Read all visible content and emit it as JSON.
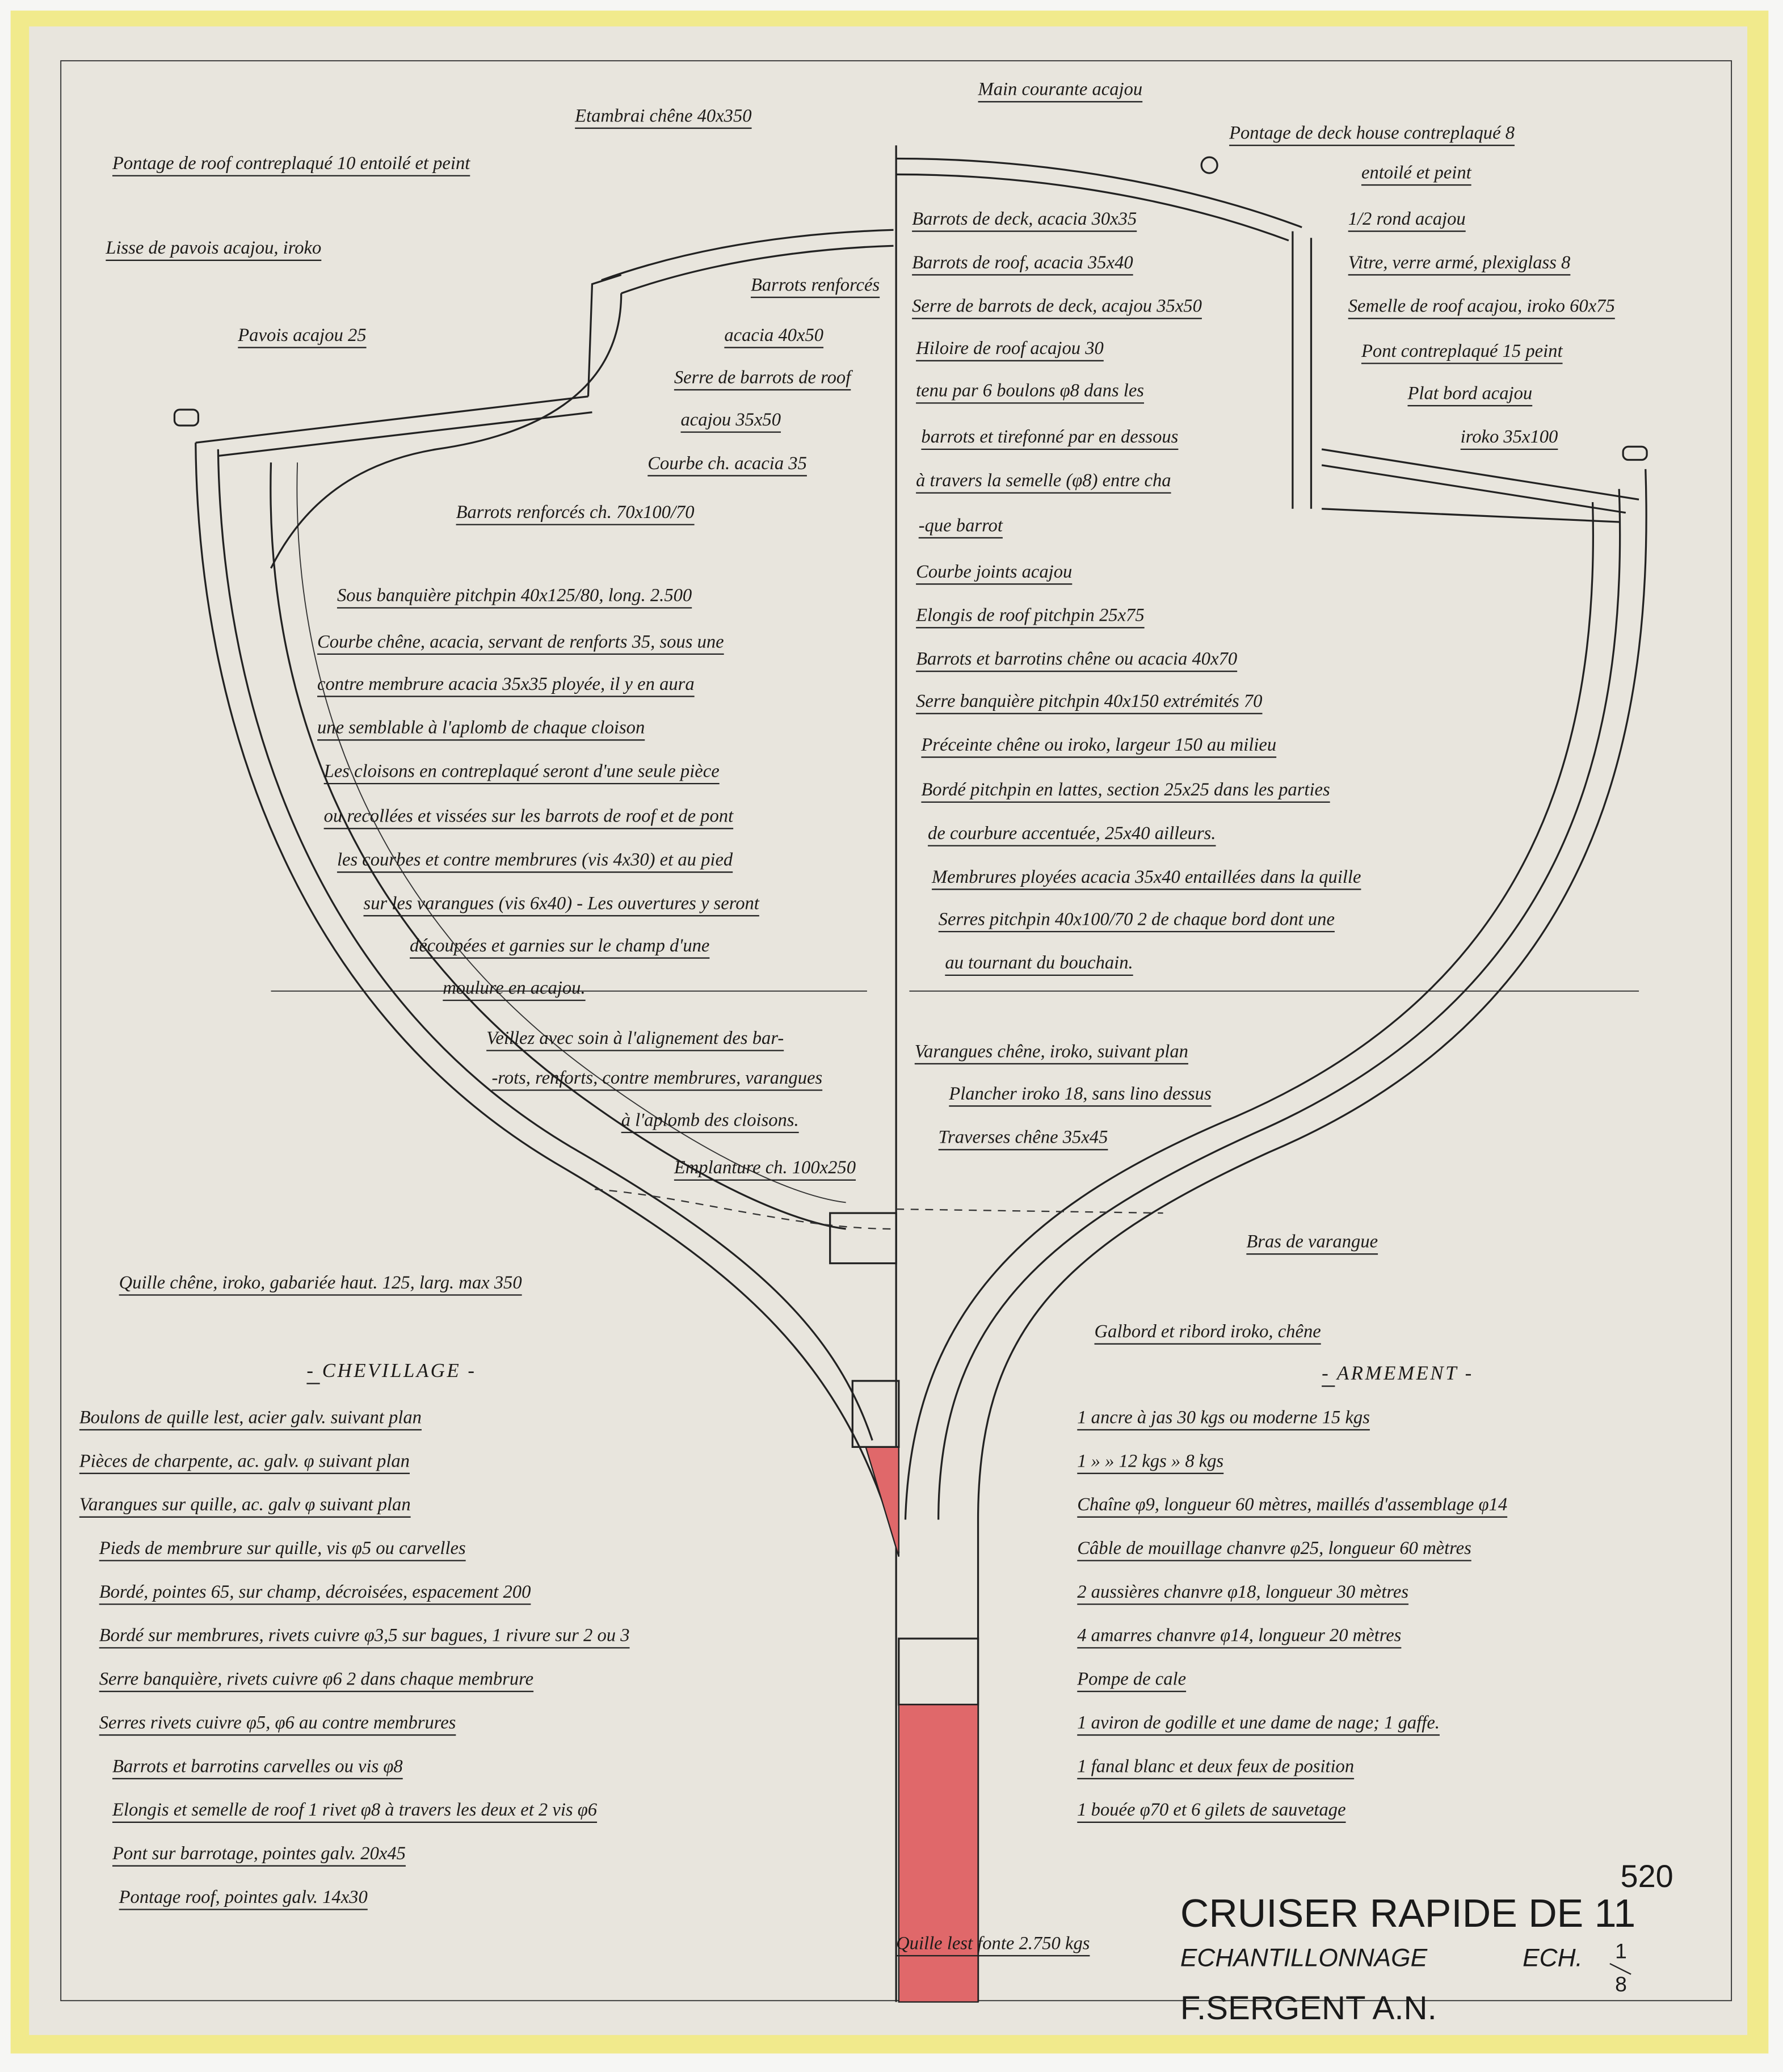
{
  "colors": {
    "paper": "#e8e5dd",
    "tape": "#f1ea8c",
    "ink": "#1d1b19",
    "ballast": "#e0686a"
  },
  "annotations": [
    "Etambrai chêne 40x350",
    "Pontage de roof contreplaqué 10 entoilé et peint",
    "Lisse de pavois acajou, iroko",
    "Barrots renforcés",
    "acacia 40x50",
    "Pavois acajou 25",
    "Serre de barrots de roof",
    "acajou 35x50",
    "Courbe ch. acacia 35",
    "Barrots renforcés ch. 70x100/70",
    "Sous banquière pitchpin 40x125/80, long. 2.500",
    "Courbe chêne, acacia, servant de renforts 35, sous une",
    "contre membrure acacia 35x35 ployée, il y en aura",
    "une semblable à l'aplomb de chaque cloison",
    "Les cloisons en contreplaqué seront d'une seule pièce",
    "ou recollées et vissées sur les barrots de roof et de pont",
    "les courbes et contre membrures (vis 4x30) et au pied",
    "sur les varangues (vis 6x40) - Les ouvertures y seront",
    "découpées et garnies sur le champ d'une",
    "moulure en acajou.",
    "Veillez avec soin à l'alignement des bar-",
    "-rots, renforts, contre membrures, varangues",
    "à l'aplomb des cloisons.",
    "Emplanture ch. 100x250",
    "Quille chêne, iroko, gabariée haut. 125, larg. max 350",
    "Main courante acajou",
    "Pontage de deck house contreplaqué 8",
    "entoilé et peint",
    "Barrots de deck, acacia 30x35",
    "1/2 rond acajou",
    "Barrots de roof, acacia 35x40",
    "Vitre, verre armé, plexiglass 8",
    "Serre de barrots de deck, acajou 35x50",
    "Semelle de roof acajou, iroko 60x75",
    "Hiloire de roof acajou 30",
    "Pont contreplaqué 15 peint",
    "tenu par 6 boulons φ8 dans les",
    "Plat bord acajou",
    "barrots et tirefonné par en dessous",
    "iroko 35x100",
    "à travers la semelle (φ8) entre cha",
    "-que barrot",
    "Courbe joints acajou",
    "Elongis de roof pitchpin 25x75",
    "Barrots et barrotins chêne ou acacia 40x70",
    "Serre banquière pitchpin 40x150 extrémités 70",
    "Préceinte chêne ou iroko, largeur 150 au milieu",
    "Bordé pitchpin en lattes, section 25x25 dans les parties",
    "de courbure accentuée, 25x40 ailleurs.",
    "Membrures ployées acacia 35x40 entaillées dans la quille",
    "Serres pitchpin 40x100/70 2 de chaque bord dont une",
    "au tournant du bouchain.",
    "Varangues chêne, iroko, suivant plan",
    "Plancher iroko 18, sans lino dessus",
    "Traverses chêne 35x45",
    "Bras de varangue",
    "Galbord et ribord iroko, chêne",
    "Quille lest fonte 2.750 kgs"
  ],
  "chevillage": {
    "heading": "- CHEVILLAGE -",
    "items": [
      "Boulons de quille lest, acier galv. suivant plan",
      "Pièces de charpente, ac. galv. φ suivant plan",
      "Varangues sur quille, ac. galv φ suivant plan",
      "Pieds de membrure sur quille, vis φ5 ou carvelles",
      "Bordé, pointes 65, sur champ, décroisées, espacement 200",
      "Bordé sur membrures, rivets cuivre φ3,5 sur bagues, 1 rivure sur 2 ou 3",
      "Serre banquière, rivets cuivre φ6 2 dans chaque membrure",
      "Serres rivets cuivre φ5, φ6 au contre membrures",
      "Barrots et barrotins carvelles ou vis φ8",
      "Elongis et semelle de roof 1 rivet φ8 à travers les deux et 2 vis φ6",
      "Pont sur barrotage, pointes galv. 20x45",
      "Pontage roof, pointes galv. 14x30"
    ]
  },
  "armement": {
    "heading": "- ARMEMENT -",
    "items": [
      "1 ancre à jas 30 kgs ou moderne 15 kgs",
      "1   »   »  12 kgs       »      8 kgs",
      "Chaîne φ9, longueur 60 mètres, maillés d'assemblage φ14",
      "Câble de mouillage chanvre φ25, longueur 60 mètres",
      "2 aussières chanvre φ18, longueur 30 mètres",
      "4 amarres chanvre φ14, longueur 20 mètres",
      "Pompe de cale",
      "1 aviron de godille et une dame de nage; 1 gaffe.",
      "1 fanal blanc et deux feux de position",
      "1 bouée φ70 et 6 gilets de sauvetage"
    ]
  },
  "title_block": {
    "sheet_number": "520",
    "title": "CRUISER RAPIDE DE 11",
    "subtitle": "ECHANTILLONNAGE",
    "scale_label": "ECH.",
    "scale_num": "1",
    "scale_den": "8",
    "author": "F.SERGENT A.N."
  }
}
